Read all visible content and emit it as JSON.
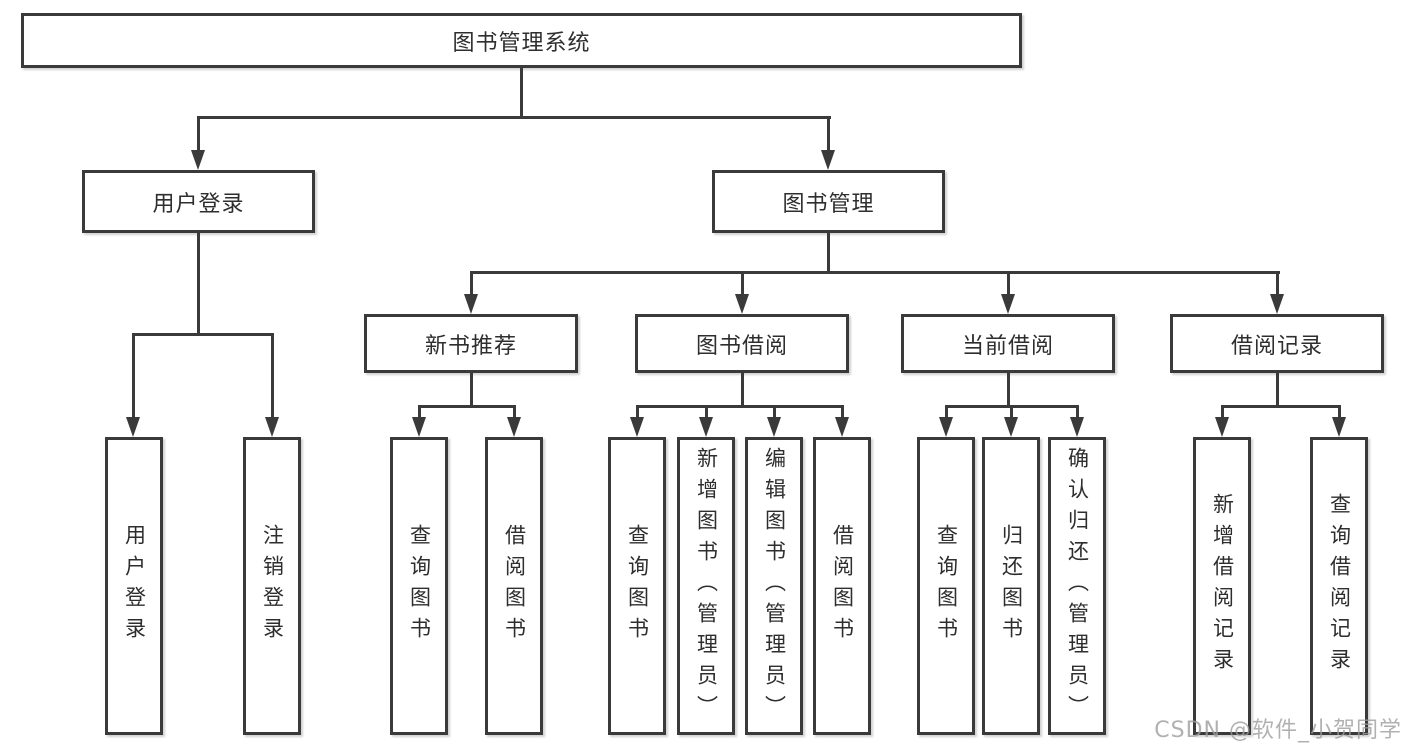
{
  "tree": {
    "root": {
      "label": "图书管理系统",
      "children": [
        {
          "label": "用户登录",
          "children": [
            {
              "label": "用户登录"
            },
            {
              "label": "注销登录"
            }
          ]
        },
        {
          "label": "图书管理",
          "children": [
            {
              "label": "新书推荐",
              "children": [
                {
                  "label": "查询图书"
                },
                {
                  "label": "借阅图书"
                }
              ]
            },
            {
              "label": "图书借阅",
              "children": [
                {
                  "label": "查询图书"
                },
                {
                  "label": "新增图书（管理员）"
                },
                {
                  "label": "编辑图书（管理员）"
                },
                {
                  "label": "借阅图书"
                }
              ]
            },
            {
              "label": "当前借阅",
              "children": [
                {
                  "label": "查询图书"
                },
                {
                  "label": "归还图书"
                },
                {
                  "label": "确认归还（管理员）"
                }
              ]
            },
            {
              "label": "借阅记录",
              "children": [
                {
                  "label": "新增借阅记录"
                },
                {
                  "label": "查询借阅记录"
                }
              ]
            }
          ]
        }
      ]
    }
  },
  "watermark": "CSDN @软件_小贺同学",
  "colors": {
    "line": "#3a3a3a",
    "text": "#2e2e2e",
    "watermark": "#9e9e9e",
    "background": "#ffffff"
  }
}
